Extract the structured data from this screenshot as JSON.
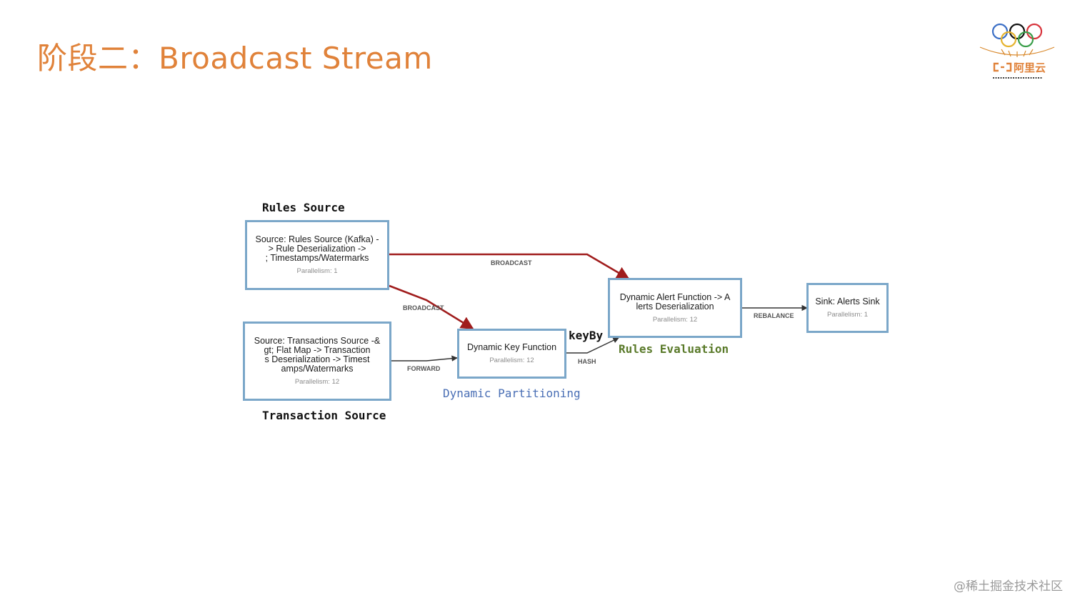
{
  "slide": {
    "title": "阶段二：Broadcast Stream",
    "logo_text": "阿里云",
    "watermark": "@稀土掘金技术社区"
  },
  "colors": {
    "title": "#e0823a",
    "node_border": "#7ba7c9",
    "broadcast_edge": "#a01c1c",
    "plain_edge": "#333333",
    "rules_evaluation": "#5a7a2a",
    "dynamic_partitioning": "#4a6fb5"
  },
  "nodes": {
    "rules_source": {
      "title": "Source: Rules Source (Kafka) -\n> Rule Deserialization ->\n; Timestamps/Watermarks",
      "parallelism": "Parallelism: 1"
    },
    "transactions_source": {
      "title": "Source: Transactions Source -&\ngt; Flat Map -> Transaction\ns Deserialization -> Timest\namps/Watermarks",
      "parallelism": "Parallelism: 12"
    },
    "dynamic_key": {
      "title": "Dynamic Key Function",
      "parallelism": "Parallelism: 12"
    },
    "dynamic_alert": {
      "title": "Dynamic Alert Function -> A\nlerts Deserialization",
      "parallelism": "Parallelism: 12"
    },
    "sink": {
      "title": "Sink: Alerts Sink",
      "parallelism": "Parallelism: 1"
    }
  },
  "edge_labels": {
    "broadcast_top": "BROADCAST",
    "broadcast_lower": "BROADCAST",
    "forward": "FORWARD",
    "hash": "HASH",
    "rebalance": "REBALANCE"
  },
  "captions": {
    "rules_source": "Rules Source",
    "transaction_source": "Transaction Source",
    "key_by": "keyBy",
    "rules_evaluation": "Rules Evaluation",
    "dynamic_partitioning": "Dynamic Partitioning"
  }
}
